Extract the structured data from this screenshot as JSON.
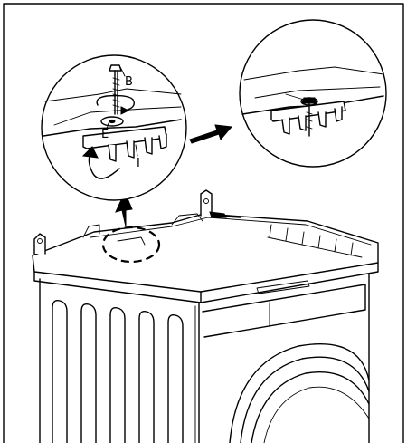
{
  "labels": {
    "screw": "B",
    "plate": "E",
    "bracket": "I"
  }
}
